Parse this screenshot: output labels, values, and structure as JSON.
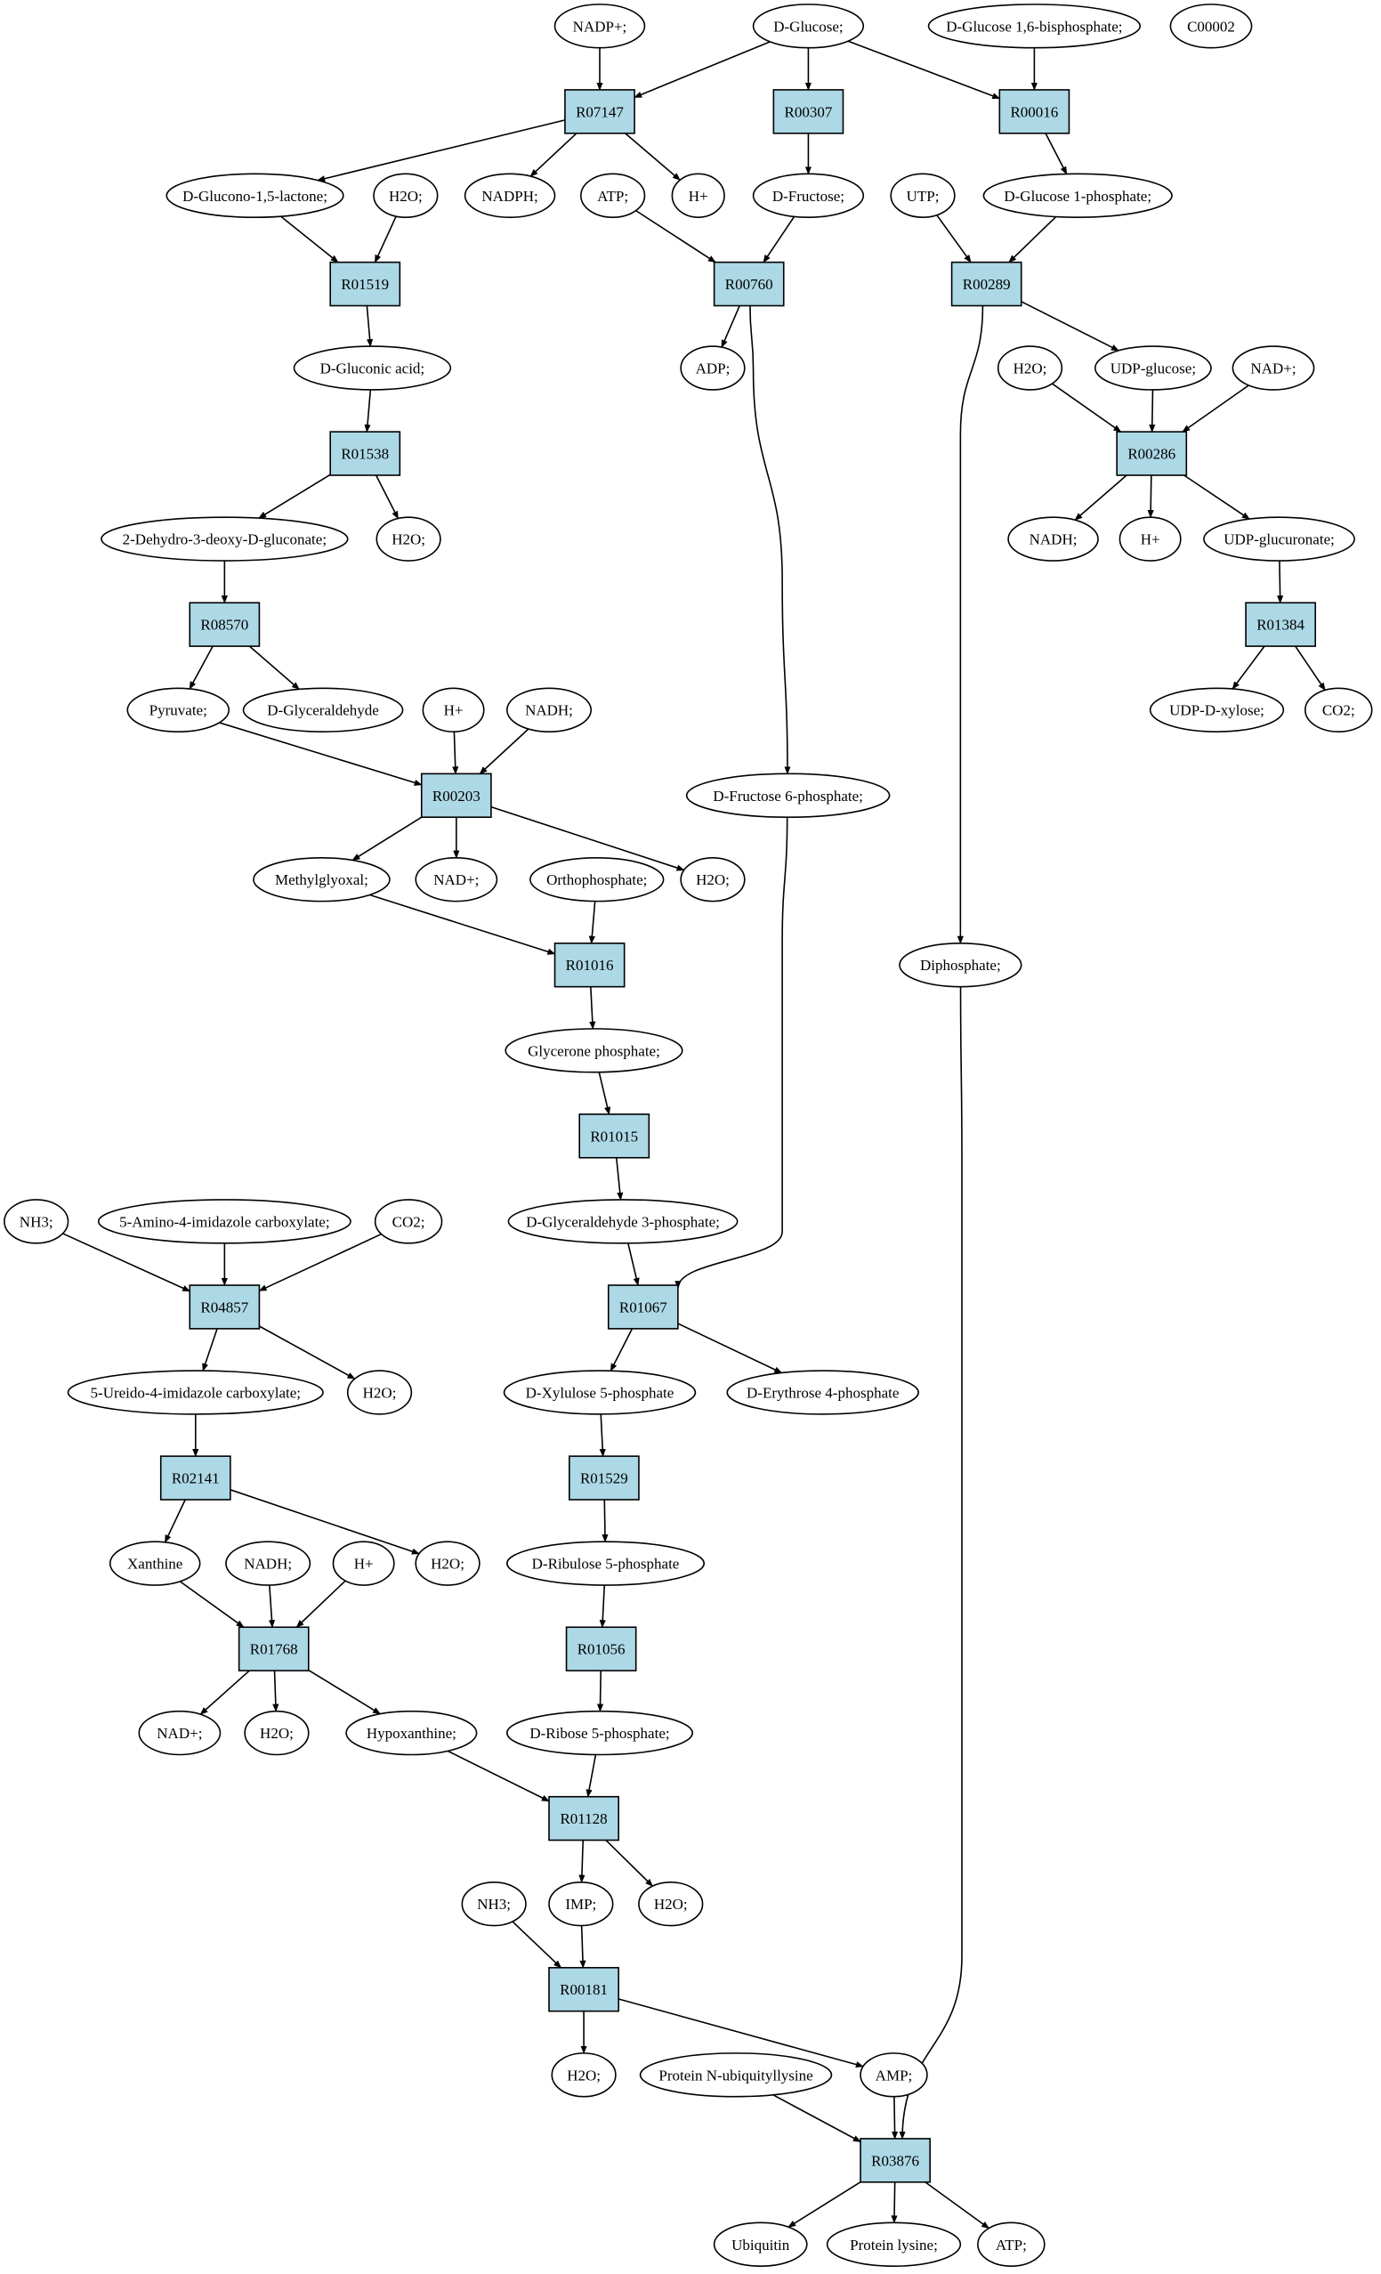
{
  "colors": {
    "reaction_fill": "#add8e6",
    "start_fill": "#00ff00",
    "target_fill": "#ffff00",
    "metabolite_fill": "#ffffff"
  },
  "nodes": {
    "nadp_plus": "NADP+;",
    "d_glucose": "D-Glucose;",
    "d_glucose_16_bp": "D-Glucose 1,6-bisphosphate;",
    "c00002": "C00002",
    "r07147": "R07147",
    "r00307": "R00307",
    "r00016": "R00016",
    "d_glucono_lactone": "D-Glucono-1,5-lactone;",
    "h2o_a": "H2O;",
    "nadph": "NADPH;",
    "h_plus_a": "H+",
    "atp_a": "ATP;",
    "d_fructose": "D-Fructose;",
    "utp": "UTP;",
    "d_glucose_1p": "D-Glucose 1-phosphate;",
    "r01519": "R01519",
    "r00760": "R00760",
    "r00289": "R00289",
    "d_gluconic_acid": "D-Gluconic acid;",
    "adp": "ADP;",
    "h2o_b": "H2O;",
    "udp_glucose": "UDP-glucose;",
    "nad_plus_a": "NAD+;",
    "r01538": "R01538",
    "r00286": "R00286",
    "dehydro_deoxy_gluconate": "2-Dehydro-3-deoxy-D-gluconate;",
    "h2o_c": "H2O;",
    "nadh_a": "NADH;",
    "h_plus_b": "H+",
    "udp_glucuronate": "UDP-glucuronate;",
    "r08570": "R08570",
    "r01384": "R01384",
    "pyruvate": "Pyruvate;",
    "d_glyceraldehyde": "D-Glyceraldehyde",
    "h_plus_c": "H+",
    "nadh_b": "NADH;",
    "udp_d_xylose": "UDP-D-xylose;",
    "co2_a": "CO2;",
    "r00203": "R00203",
    "d_fructose_6p": "D-Fructose 6-phosphate;",
    "methylglyoxal": "Methylglyoxal;",
    "nad_plus_b": "NAD+;",
    "orthophosphate": "Orthophosphate;",
    "h2o_d": "H2O;",
    "r01016": "R01016",
    "diphosphate": "Diphosphate;",
    "glycerone_phosphate": "Glycerone phosphate;",
    "r01015": "R01015",
    "nh3_a": "NH3;",
    "amino_imidazole": "5-Amino-4-imidazole carboxylate;",
    "co2_b": "CO2;",
    "d_glyceraldehyde_3p": "D-Glyceraldehyde 3-phosphate;",
    "r04857": "R04857",
    "r01067": "R01067",
    "ureido_imidazole": "5-Ureido-4-imidazole carboxylate;",
    "h2o_e": "H2O;",
    "d_xylulose_5p": "D-Xylulose 5-phosphate",
    "d_erythrose_4p": "D-Erythrose 4-phosphate",
    "r02141": "R02141",
    "r01529": "R01529",
    "xanthine": "Xanthine",
    "nadh_c": "NADH;",
    "h_plus_d": "H+",
    "h2o_f": "H2O;",
    "d_ribulose_5p": "D-Ribulose 5-phosphate",
    "r01768": "R01768",
    "r01056": "R01056",
    "nad_plus_c": "NAD+;",
    "h2o_g": "H2O;",
    "hypoxanthine": "Hypoxanthine;",
    "d_ribose_5p": "D-Ribose 5-phosphate;",
    "r01128": "R01128",
    "nh3_b": "NH3;",
    "imp": "IMP;",
    "h2o_h": "H2O;",
    "r00181": "R00181",
    "h2o_i": "H2O;",
    "protein_n_ubiquityllysine": "Protein N-ubiquityllysine",
    "amp": "AMP;",
    "r03876": "R03876",
    "ubiquitin": "Ubiquitin",
    "protein_lysine": "Protein lysine;",
    "atp_b": "ATP;"
  }
}
